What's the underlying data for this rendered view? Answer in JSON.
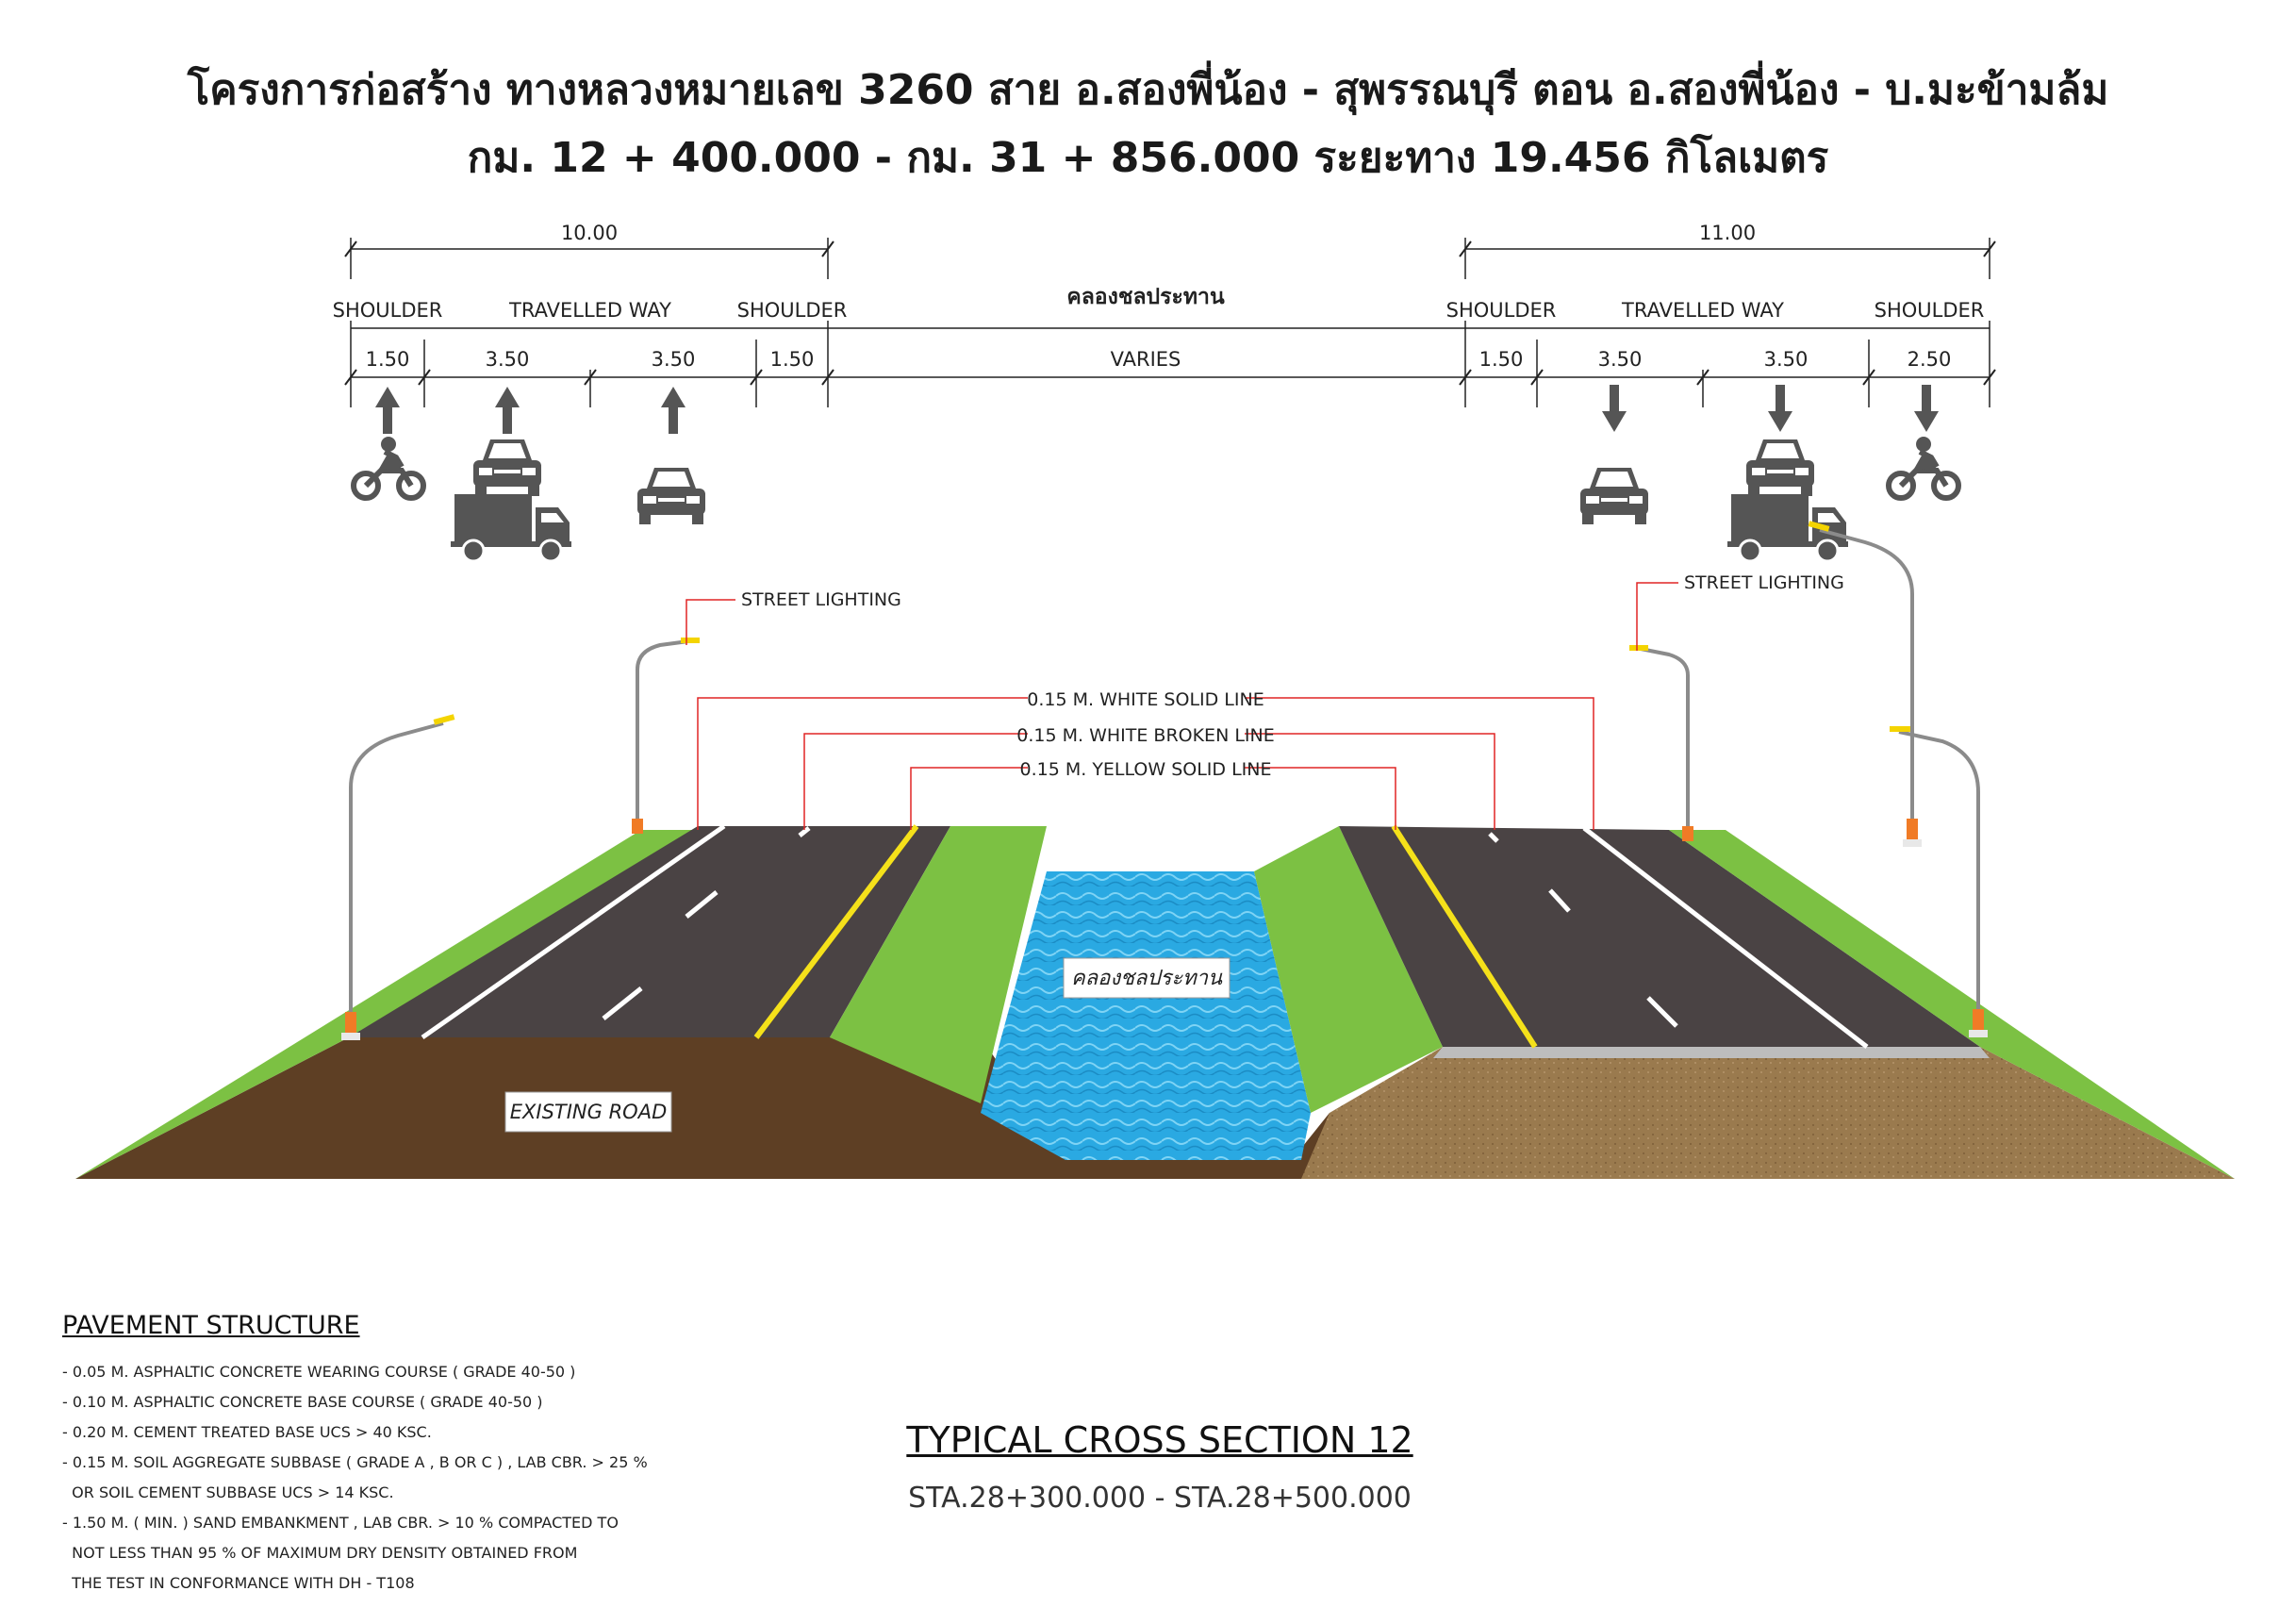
{
  "header": {
    "title_line1": "โครงการก่อสร้าง ทางหลวงหมายเลข 3260  สาย อ.สองพี่น้อง - สุพรรณบุรี ตอน อ.สองพี่น้อง - บ.มะข้ามล้ม",
    "title_line2": "กม. 12 + 400.000 - กม. 31 + 856.000 ระยะทาง 19.456 กิโลเมตร"
  },
  "dimensions": {
    "left_total": "10.00",
    "right_total": "11.00",
    "canal_label": "คลองชลประทาน",
    "left_lanes": [
      {
        "name": "SHOULDER",
        "width": "1.50"
      },
      {
        "name": "TRAVELLED WAY",
        "widths": [
          "3.50",
          "3.50"
        ]
      },
      {
        "name": "SHOULDER",
        "width": "1.50"
      }
    ],
    "middle_width": "VARIES",
    "right_lanes": [
      {
        "name": "SHOULDER",
        "width": "1.50"
      },
      {
        "name": "TRAVELLED WAY",
        "widths": [
          "3.50",
          "3.50"
        ]
      },
      {
        "name": "SHOULDER",
        "width": "2.50"
      }
    ]
  },
  "callouts": {
    "street_lighting_left": "STREET LIGHTING",
    "street_lighting_right": "STREET LIGHTING",
    "white_solid": "0.15 M. WHITE SOLID LINE",
    "white_broken": "0.15 M. WHITE BROKEN LINE",
    "yellow_solid": "0.15 M. YELLOW SOLID LINE",
    "canal_tag": "คลองชลประทาน",
    "existing_road": "EXISTING ROAD"
  },
  "icons": {
    "left": [
      "arrow-up-icon",
      "motorcycle-icon",
      "car-icon",
      "truck-icon"
    ],
    "right": [
      "arrow-down-icon",
      "car-icon",
      "truck-icon",
      "motorcycle-icon"
    ]
  },
  "pavement": {
    "heading": "PAVEMENT STRUCTURE",
    "items": [
      "- 0.05 M. ASPHALTIC CONCRETE WEARING COURSE ( GRADE 40-50 )",
      "- 0.10 M. ASPHALTIC CONCRETE BASE COURSE ( GRADE 40-50 )",
      "- 0.20 M. CEMENT TREATED BASE UCS > 40 KSC.",
      "- 0.15 M. SOIL AGGREGATE SUBBASE ( GRADE A , B OR C ) , LAB CBR. > 25 %",
      "  OR SOIL CEMENT SUBBASE UCS > 14 KSC.",
      "- 1.50 M. ( MIN. ) SAND EMBANKMENT , LAB CBR. > 10 % COMPACTED TO",
      "  NOT LESS THAN 95 % OF MAXIMUM DRY DENSITY OBTAINED FROM",
      "  THE TEST IN CONFORMANCE WITH DH - T108"
    ]
  },
  "section": {
    "title": "TYPICAL CROSS SECTION 12",
    "station": "STA.28+300.000 - STA.28+500.000"
  },
  "colors": {
    "asphalt": "#4a4344",
    "grass": "#7cc143",
    "water": "#27a8e0",
    "soil": "#5e3f24",
    "yellow_line": "#f5e11a",
    "callout_red": "#e02525"
  }
}
